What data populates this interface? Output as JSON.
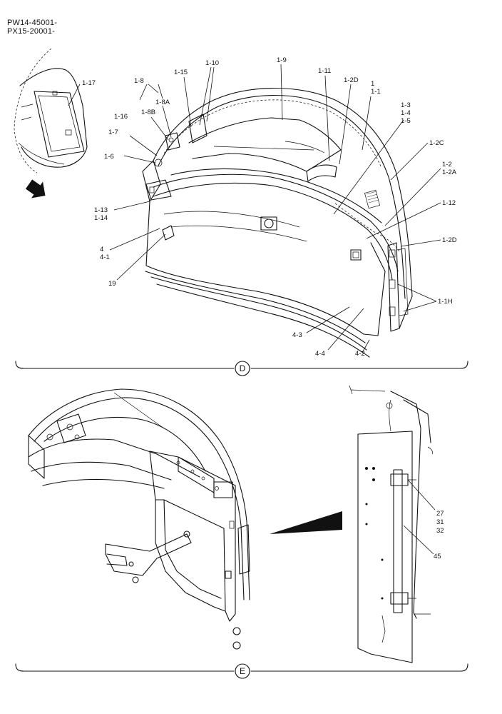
{
  "header": {
    "line1": "PW14-45001-",
    "line2": "PX15-20001-"
  },
  "views": [
    {
      "id": "view-d",
      "marker": "D"
    },
    {
      "id": "view-e",
      "marker": "E"
    }
  ],
  "callouts": {
    "c1_17": "1-17",
    "c1_8": "1-8",
    "c1_8a": "1-8A",
    "c1_8b": "1-8B",
    "c1_15": "1-15",
    "c1_10": "1-10",
    "c1_9": "1-9",
    "c1_11": "1-11",
    "c1_2d_top": "1-2D",
    "c1": "1",
    "c1_1": "1-1",
    "c1_3": "1-3",
    "c1_4": "1-4",
    "c1_5": "1-5",
    "c1_16": "1-16",
    "c1_7": "1-7",
    "c1_6": "1-6",
    "c1_2c": "1-2C",
    "c1_2": "1-2",
    "c1_2a": "1-2A",
    "c1_12": "1-12",
    "c1_13": "1-13",
    "c1_14": "1-14",
    "c4": "4",
    "c4_1": "4-1",
    "c1_2d_low": "1-2D",
    "c19": "19",
    "c1_1h": "1-1H",
    "c4_3": "4-3",
    "c4_4": "4-4",
    "c4_2": "4-2",
    "c27": "27",
    "c31": "31",
    "c32": "32",
    "c45": "45"
  }
}
